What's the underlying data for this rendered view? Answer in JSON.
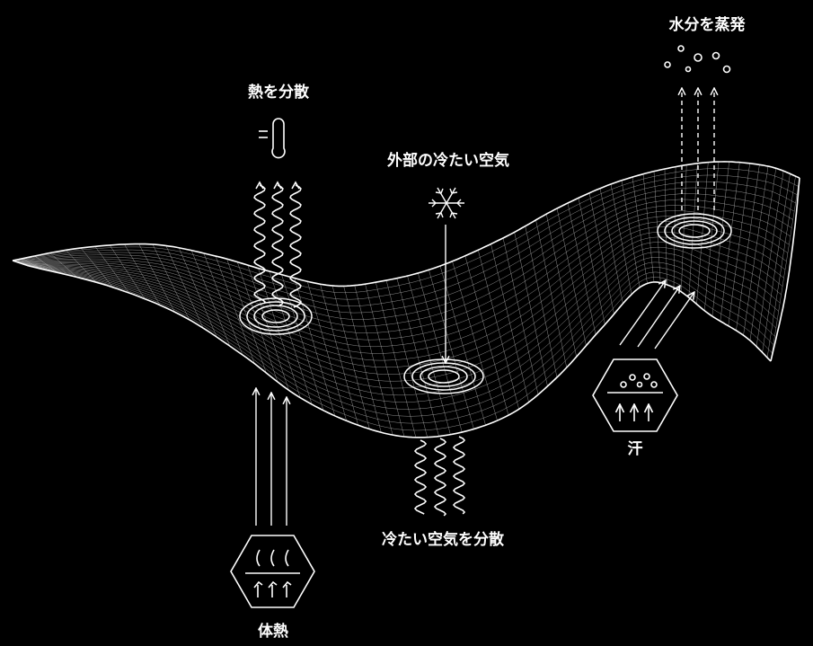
{
  "labels": {
    "evaporation": "水分を蒸発",
    "disperse_heat": "熱を分散",
    "outside_cold_air": "外部の冷たい空気",
    "disperse_cold_air": "冷たい空気を分散",
    "sweat": "汗",
    "body_heat": "体熱"
  },
  "colors": {
    "background": "#000000",
    "line": "#ffffff"
  },
  "icons": [
    "thermometer-icon",
    "snowflake-icon",
    "sweat-hexagon-icon",
    "body-heat-hexagon-icon",
    "vapor-bubbles-icon"
  ]
}
